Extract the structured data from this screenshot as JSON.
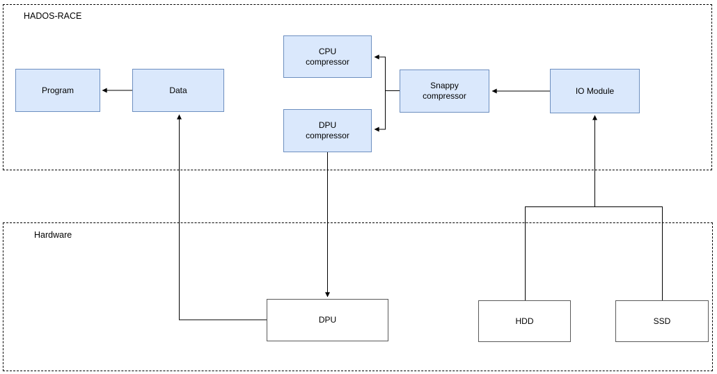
{
  "diagram": {
    "containers": {
      "hados_race": {
        "label": "HADOS-RACE"
      },
      "hardware": {
        "label": "Hardware"
      }
    },
    "nodes": {
      "program": {
        "label": "Program"
      },
      "data": {
        "label": "Data"
      },
      "cpu_compressor": {
        "label": "CPU\ncompressor"
      },
      "dpu_compressor": {
        "label": "DPU\ncompressor"
      },
      "snappy_compressor": {
        "label": "Snappy\ncompressor"
      },
      "io_module": {
        "label": "IO Module"
      },
      "dpu": {
        "label": "DPU"
      },
      "hdd": {
        "label": "HDD"
      },
      "ssd": {
        "label": "SSD"
      }
    },
    "edges": [
      {
        "from": "data",
        "to": "program"
      },
      {
        "from": "dpu",
        "to": "data"
      },
      {
        "from": "snappy_compressor",
        "to": "cpu_compressor"
      },
      {
        "from": "snappy_compressor",
        "to": "dpu_compressor"
      },
      {
        "from": "io_module",
        "to": "snappy_compressor"
      },
      {
        "from": "dpu_compressor",
        "to": "dpu"
      },
      {
        "from": "hdd",
        "to": "io_module"
      },
      {
        "from": "ssd",
        "to": "io_module"
      }
    ],
    "colors": {
      "highlight_fill": "#dae8fc",
      "highlight_border": "#6c8ebf",
      "plain_fill": "#ffffff",
      "plain_border": "#595959",
      "connector": "#000000",
      "background": "#ffffff"
    }
  }
}
